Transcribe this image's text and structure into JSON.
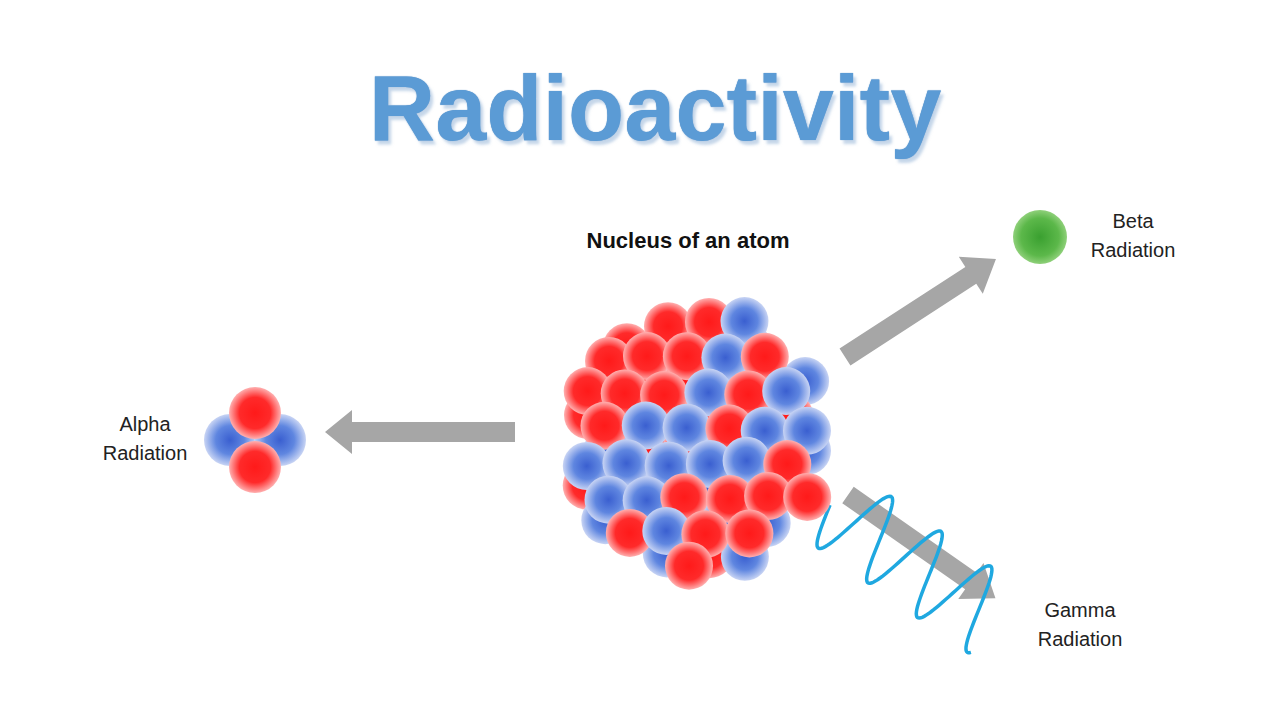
{
  "diagram": {
    "title": "Radioactivity",
    "labels": [
      "Nucleus of an atom",
      "Alpha Radiation",
      "Beta Radiation",
      "Gamma Radiation"
    ]
  }
}
